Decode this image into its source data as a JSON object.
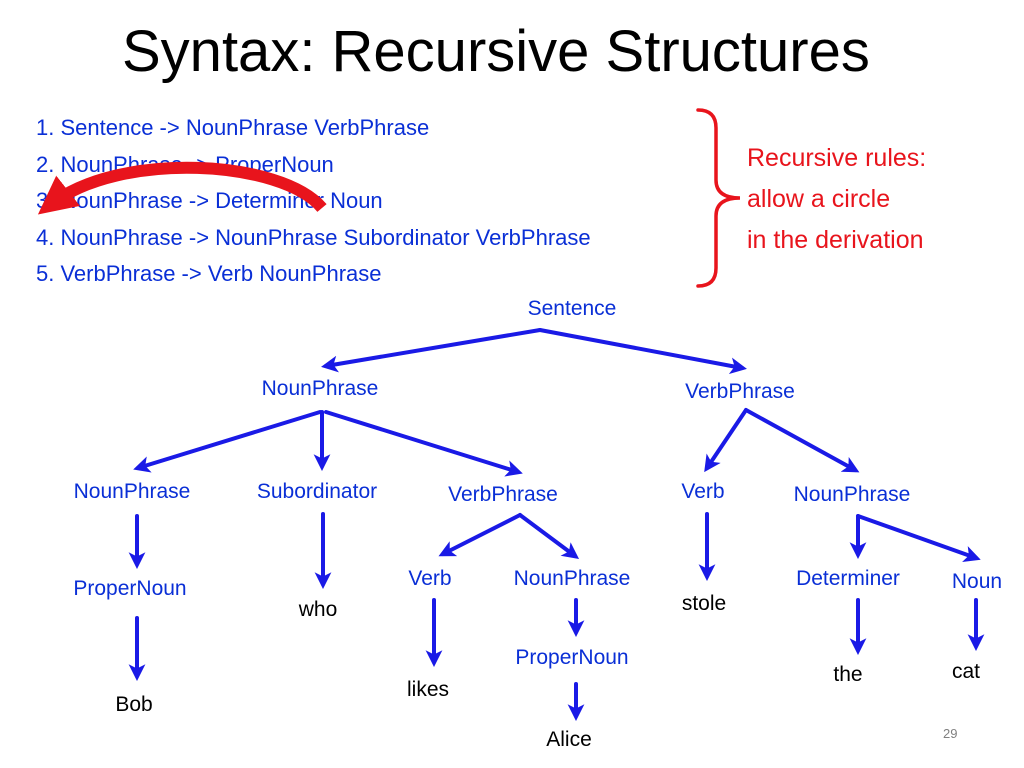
{
  "title": "Syntax: Recursive Structures",
  "rules": [
    "1. Sentence -> NounPhrase VerbPhrase",
    "2. NounPhrase -> ProperNoun",
    "3. NounPhrase -> Determiner Noun",
    "4. NounPhrase -> NounPhrase Subordinator VerbPhrase",
    "5. VerbPhrase -> Verb NounPhrase"
  ],
  "note": [
    "Recursive rules:",
    "allow a circle",
    "in the derivation"
  ],
  "tree": {
    "sentence": "Sentence",
    "np_top": "NounPhrase",
    "vp_top": "VerbPhrase",
    "np_left": "NounPhrase",
    "subordinator": "Subordinator",
    "vp_mid": "VerbPhrase",
    "verb_right": "Verb",
    "np_right": "NounPhrase",
    "propernoun_bob": "ProperNoun",
    "verb_mid": "Verb",
    "np_mid": "NounPhrase",
    "determiner": "Determiner",
    "noun": "Noun",
    "propernoun_alice": "ProperNoun"
  },
  "words": {
    "bob": "Bob",
    "who": "who",
    "likes": "likes",
    "alice": "Alice",
    "stole": "stole",
    "the": "the",
    "cat": "cat"
  },
  "colors": {
    "rule_text": "#0a2fd6",
    "tree_arrow": "#1a1ae6",
    "recursion_arrow": "#e8141c",
    "note_text": "#e8141c"
  },
  "page_number": "29"
}
